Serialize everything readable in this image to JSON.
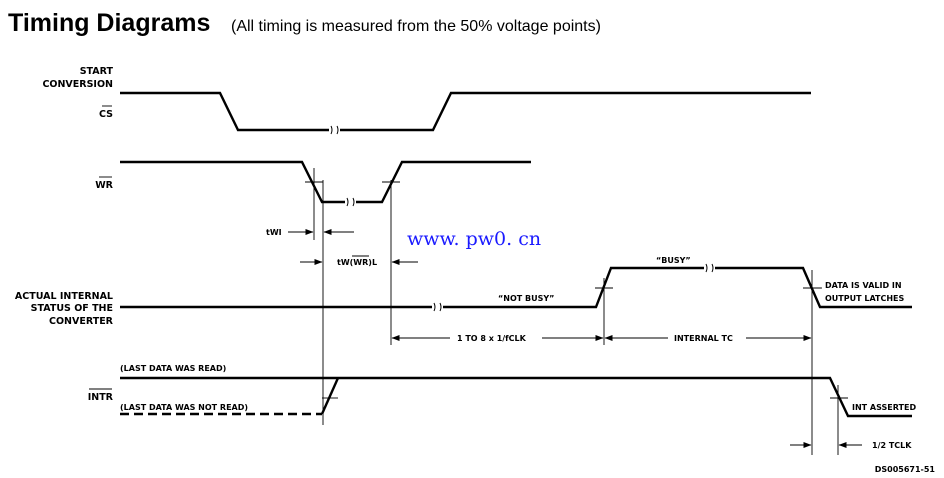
{
  "header": {
    "title": "Timing Diagrams",
    "subtitle": "(All timing is measured from the 50% voltage points)"
  },
  "signals": {
    "start_conversion_line1": "START",
    "start_conversion_line2": "CONVERSION",
    "cs": "CS",
    "wr": "WR",
    "status_line1": "ACTUAL INTERNAL",
    "status_line2": "STATUS OF THE",
    "status_line3": "CONVERTER",
    "intr": "INTR"
  },
  "annotations": {
    "twi": "tWI",
    "twwrl": "tW(WR)L",
    "not_busy": "“NOT BUSY”",
    "busy": "“BUSY”",
    "data_valid_line1": "DATA IS VALID IN",
    "data_valid_line2": "OUTPUT LATCHES",
    "conv_time": "1 TO 8 x 1/fCLK",
    "internal_tc": "INTERNAL TC",
    "last_read": "(LAST DATA WAS READ)",
    "last_not_read": "(LAST DATA WAS NOT READ)",
    "int_asserted": "INT ASSERTED",
    "half_tclk": "1/2 TCLK"
  },
  "watermark": "www. pw0. cn",
  "doc_id": "DS005671-51",
  "colors": {
    "watermark": "#1a1aff",
    "ink": "#000000"
  }
}
